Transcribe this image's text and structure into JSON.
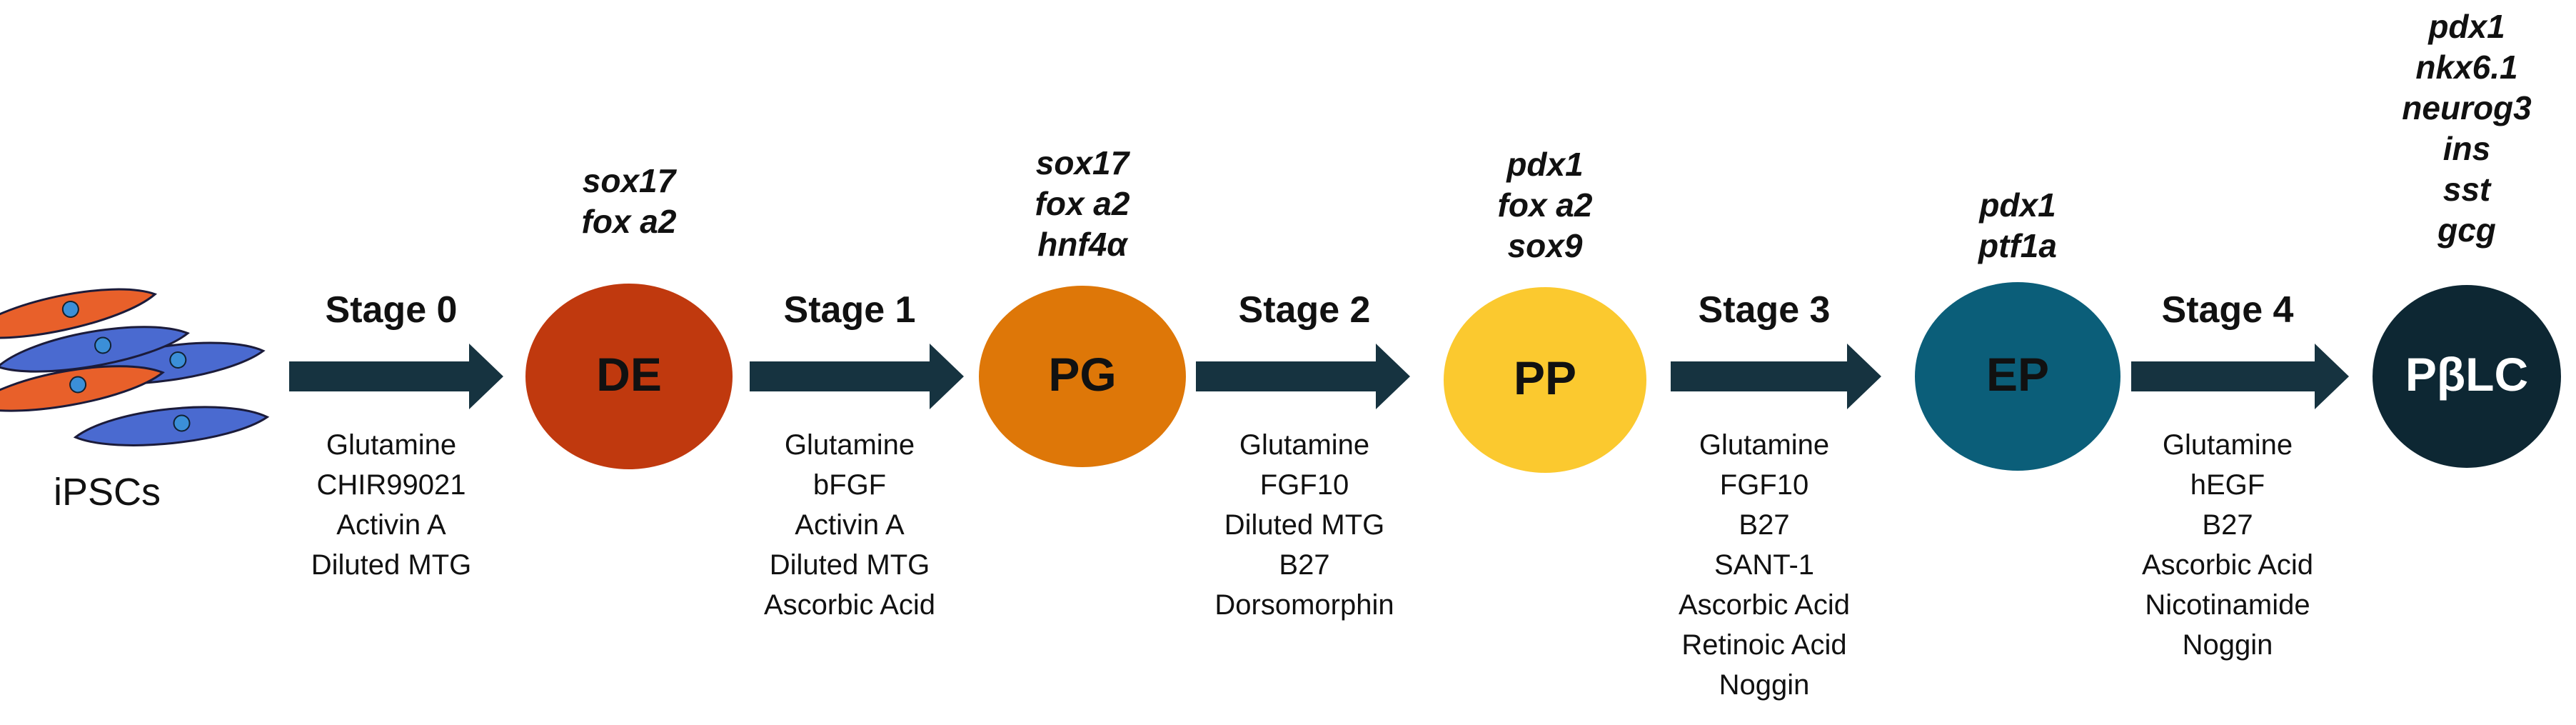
{
  "colors": {
    "arrow": "#163340",
    "text": "#111111",
    "cell_orange": "#e8602a",
    "cell_blue": "#4a6ad0",
    "nucleus": "#3b8fd8"
  },
  "source": {
    "label": "iPSCs",
    "icon": "cells-icon"
  },
  "nodes": [
    {
      "label": "DE",
      "color": "#c0390e",
      "text_color": "#111111",
      "markers": [
        "sox17",
        "fox a2"
      ]
    },
    {
      "label": "PG",
      "color": "#de7708",
      "text_color": "#111111",
      "markers": [
        "sox17",
        "fox a2",
        "hnf4α"
      ]
    },
    {
      "label": "PP",
      "color": "#fbc92f",
      "text_color": "#111111",
      "markers": [
        "pdx1",
        "fox a2",
        "sox9"
      ]
    },
    {
      "label": "EP",
      "color": "#0b5e79",
      "text_color": "#111111",
      "markers": [
        "pdx1",
        "ptf1a"
      ]
    },
    {
      "label": "PβLC",
      "color": "#0d2733",
      "text_color": "#ffffff",
      "markers": [
        "pdx1",
        "nkx6.1",
        "neurog3",
        "ins",
        "sst",
        "gcg"
      ]
    }
  ],
  "stages": [
    {
      "label": "Stage 0",
      "factors": [
        "Glutamine",
        "CHIR99021",
        "Activin A",
        "Diluted MTG"
      ]
    },
    {
      "label": "Stage 1",
      "factors": [
        "Glutamine",
        "bFGF",
        "Activin A",
        "Diluted MTG",
        "Ascorbic Acid"
      ]
    },
    {
      "label": "Stage 2",
      "factors": [
        "Glutamine",
        "FGF10",
        "Diluted MTG",
        "B27",
        "Dorsomorphin"
      ]
    },
    {
      "label": "Stage 3",
      "factors": [
        "Glutamine",
        "FGF10",
        "B27",
        "SANT-1",
        "Ascorbic Acid",
        "Retinoic Acid",
        "Noggin"
      ]
    },
    {
      "label": "Stage 4",
      "factors": [
        "Glutamine",
        "hEGF",
        "B27",
        "Ascorbic Acid",
        "Nicotinamide",
        "Noggin"
      ]
    }
  ]
}
